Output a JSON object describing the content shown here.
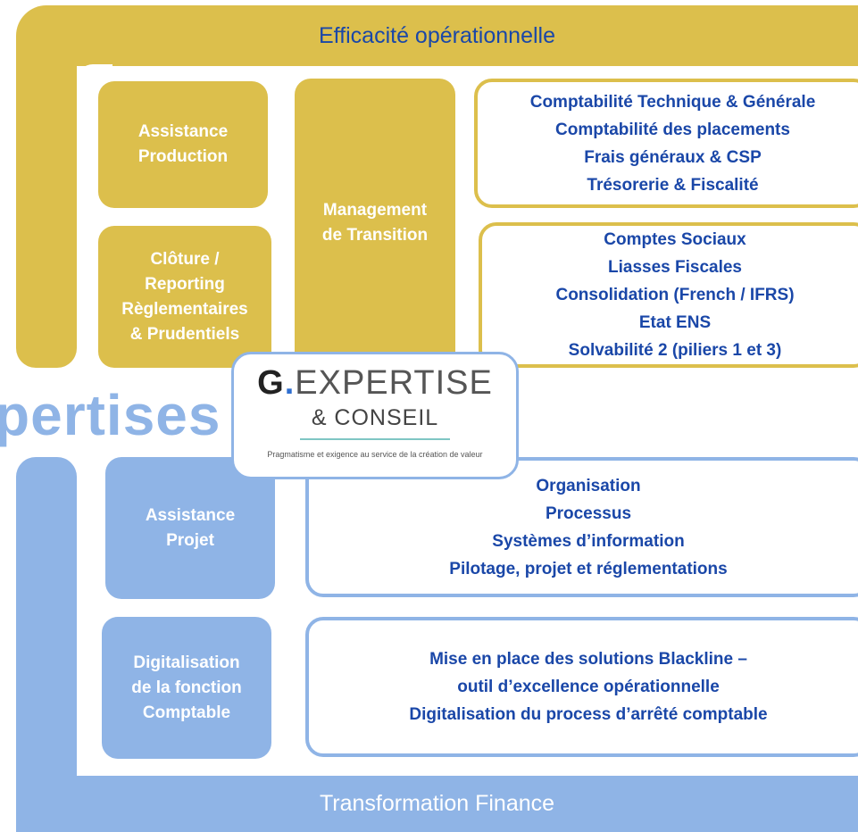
{
  "top": {
    "bar_label": "Efficacité opérationnelle",
    "tiles": [
      "Assistance\nProduction",
      "Clôture /\nReporting\nRèglementaires\n& Prudentiels",
      "Management\nde Transition"
    ],
    "detail_1": [
      "Comptabilité Technique & Générale",
      "Comptabilité des placements",
      "Frais généraux & CSP",
      "Trésorerie & Fiscalité"
    ],
    "detail_2": [
      "Comptes Sociaux",
      "Liasses Fiscales",
      "Consolidation (French / IFRS)",
      "Etat ENS",
      "Solvabilité 2 (piliers 1 et 3)"
    ]
  },
  "middle": {
    "heading_fragment": "pertises"
  },
  "logo": {
    "g": "G",
    "dot": ".",
    "expertise": "EXPERTISE",
    "conseil": "& CONSEIL",
    "tagline": "Pragmatisme et exigence au service de la création de valeur"
  },
  "bottom": {
    "bar_label": "Transformation Finance",
    "tiles": [
      "Assistance\nProjet",
      "Digitalisation\nde la fonction\nComptable"
    ],
    "detail_1": [
      "Organisation",
      "Processus",
      "Systèmes d’information",
      "Pilotage, projet et réglementations"
    ],
    "detail_2": [
      "Mise en place des solutions Blackline –",
      "outil d’excellence opérationnelle",
      "Digitalisation du process d’arrêté comptable"
    ]
  },
  "colors": {
    "gold": "#dcbf4c",
    "blue": "#8fb4e6",
    "text_dark_blue": "#1a47a8",
    "logo_accent": "#2f6fd0"
  }
}
